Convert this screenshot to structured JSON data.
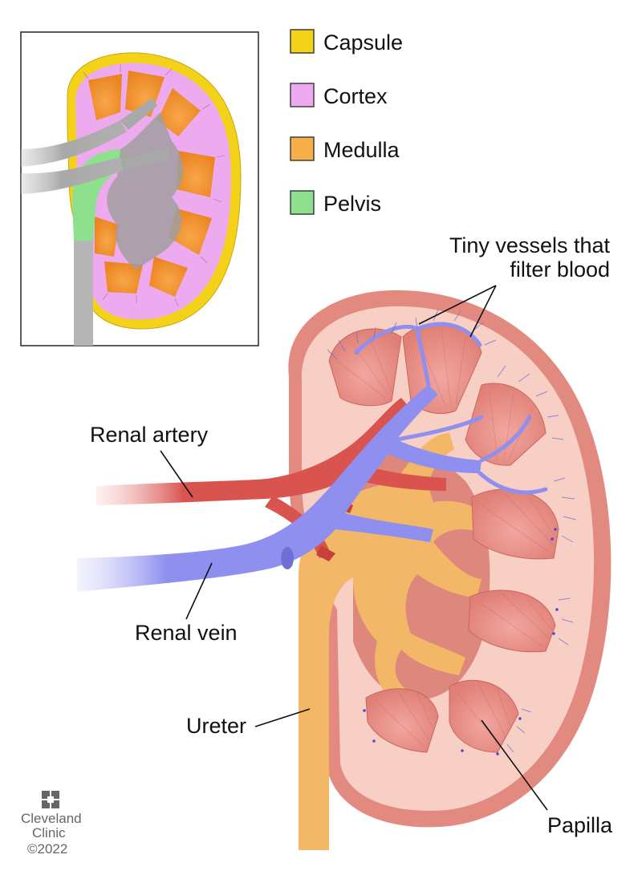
{
  "legend": {
    "items": [
      {
        "label": "Capsule",
        "color": "#f4d21a"
      },
      {
        "label": "Cortex",
        "color": "#eeaaee"
      },
      {
        "label": "Medulla",
        "color": "#f6b04a"
      },
      {
        "label": "Pelvis",
        "color": "#8ee08e"
      }
    ]
  },
  "labels": {
    "tiny_vessels_line1": "Tiny vessels that",
    "tiny_vessels_line2": "filter blood",
    "renal_artery": "Renal artery",
    "renal_vein": "Renal vein",
    "ureter": "Ureter",
    "papilla": "Papilla"
  },
  "brand": {
    "line1": "Cleveland",
    "line2": "Clinic",
    "copyright": "©2022",
    "logo_icon": "cleveland-clinic-logo-icon"
  },
  "colors": {
    "capsule": "#f4d21a",
    "cortex": "#eeaaee",
    "medulla": "#f6b04a",
    "pelvis": "#8ee08e",
    "artery": "#d9534f",
    "vein": "#8f8fef",
    "kidney_outer": "#e28a80",
    "kidney_cortex": "#f7cfc4",
    "ureter": "#f2b867"
  }
}
